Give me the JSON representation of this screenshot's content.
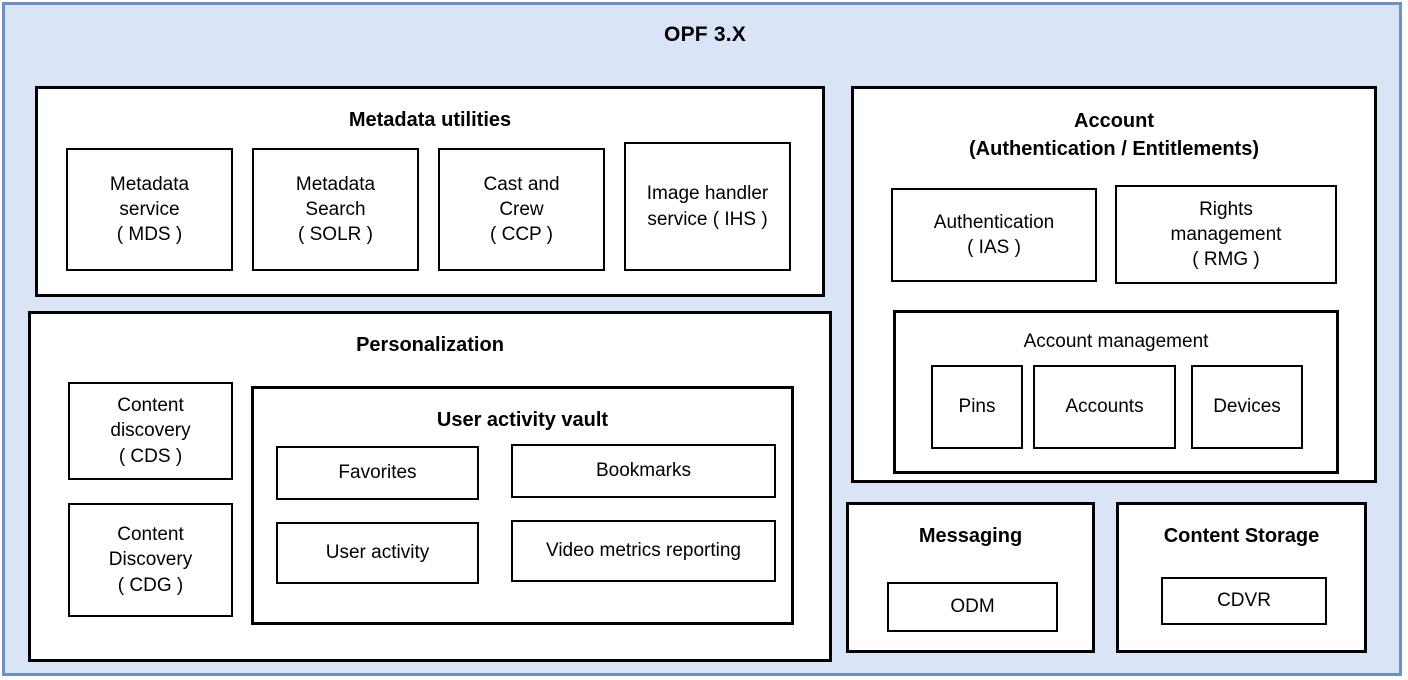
{
  "diagram": {
    "title": "OPF 3.X",
    "type": "block-architecture",
    "canvas_background": "#d9e5f7",
    "canvas_border_color": "#6f8fc4",
    "box_border_color": "#000000",
    "box_fill": "#ffffff"
  },
  "groups": {
    "metadata_utilities": {
      "title": "Metadata utilities",
      "nodes": [
        {
          "label": "Metadata\nservice\n( MDS )",
          "id": "mds"
        },
        {
          "label": "Metadata\nSearch\n( SOLR )",
          "id": "solr"
        },
        {
          "label": "Cast and\nCrew\n( CCP )",
          "id": "ccp"
        },
        {
          "label": "Image handler\nservice ( IHS )",
          "id": "ihs"
        }
      ]
    },
    "personalization": {
      "title": "Personalization",
      "nodes": [
        {
          "label": "Content\ndiscovery\n( CDS )",
          "id": "cds"
        },
        {
          "label": "Content\nDiscovery\n( CDG )",
          "id": "cdg"
        }
      ],
      "user_activity_vault": {
        "title": "User activity vault",
        "nodes": [
          {
            "label": "Favorites",
            "id": "favorites"
          },
          {
            "label": "Bookmarks",
            "id": "bookmarks"
          },
          {
            "label": "User activity",
            "id": "user-activity"
          },
          {
            "label": "Video metrics reporting",
            "id": "video-metrics"
          }
        ]
      }
    },
    "account": {
      "title_line1": "Account",
      "title_line2": "(Authentication / Entitlements)",
      "nodes": [
        {
          "label": "Authentication\n( IAS )",
          "id": "ias"
        },
        {
          "label": "Rights\nmanagement\n( RMG )",
          "id": "rmg"
        }
      ],
      "account_management": {
        "title": "Account management",
        "nodes": [
          {
            "label": "Pins",
            "id": "pins"
          },
          {
            "label": "Accounts",
            "id": "accounts"
          },
          {
            "label": "Devices",
            "id": "devices"
          }
        ]
      }
    },
    "messaging": {
      "title": "Messaging",
      "nodes": [
        {
          "label": "ODM",
          "id": "odm"
        }
      ]
    },
    "content_storage": {
      "title": "Content Storage",
      "nodes": [
        {
          "label": "CDVR",
          "id": "cdvr"
        }
      ]
    }
  }
}
